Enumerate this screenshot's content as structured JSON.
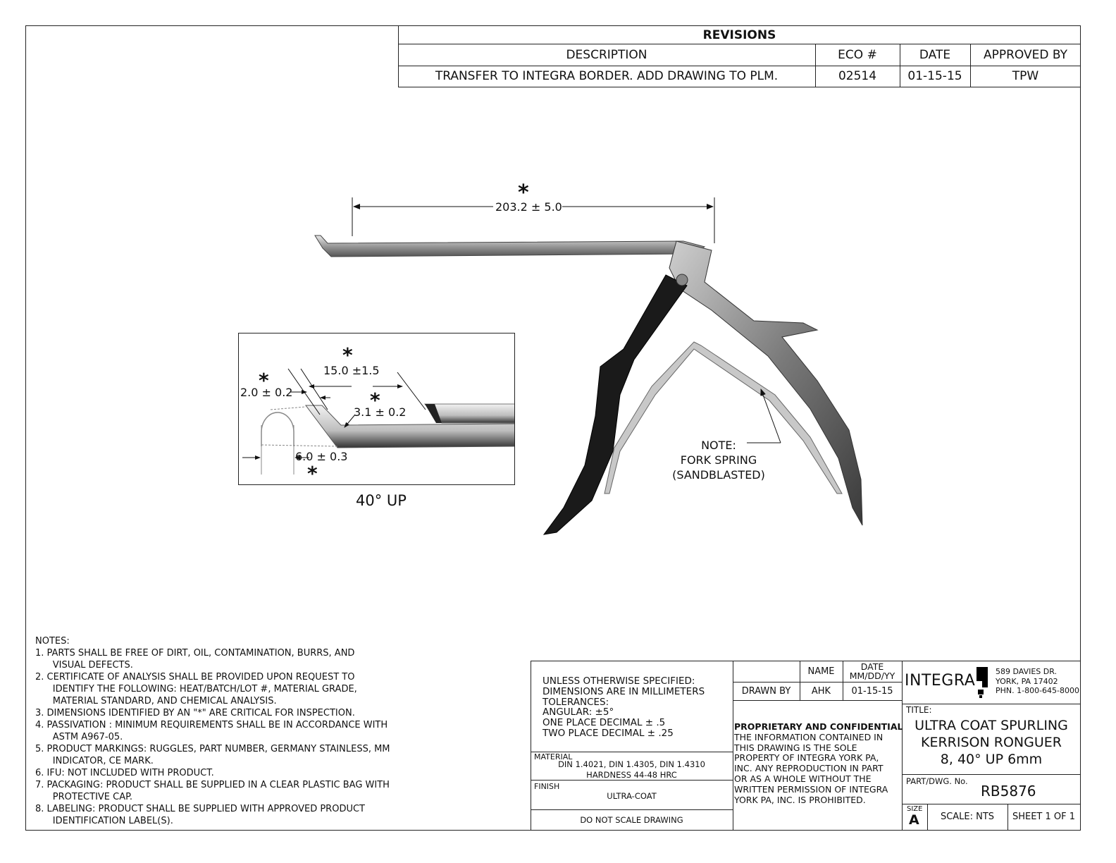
{
  "revisions": {
    "title": "REVISIONS",
    "headers": [
      "DESCRIPTION",
      "ECO #",
      "DATE",
      "APPROVED BY"
    ],
    "rows": [
      [
        "TRANSFER TO INTEGRA BORDER. ADD DRAWING TO PLM.",
        "02514",
        "01-15-15",
        "TPW"
      ]
    ]
  },
  "drawing": {
    "overall_dim": "203.2 ± 5.0",
    "critical_mark": "*",
    "detail": {
      "dims": [
        "15.0 ±1.5",
        "2.0 ± 0.2",
        "3.1 ± 0.2",
        "6.0 ± 0.3"
      ],
      "label": "40° UP"
    },
    "note": [
      "NOTE:",
      "FORK SPRING",
      "(SANDBLASTED)"
    ]
  },
  "notes": {
    "title": "NOTES:",
    "lines": [
      "1.  PARTS SHALL BE FREE OF DIRT, OIL, CONTAMINATION, BURRS, AND",
      "      VISUAL DEFECTS.",
      "2.  CERTIFICATE OF ANALYSIS SHALL BE PROVIDED UPON REQUEST TO",
      "      IDENTIFY THE FOLLOWING: HEAT/BATCH/LOT #, MATERIAL GRADE,",
      "      MATERIAL STANDARD, AND CHEMICAL ANALYSIS.",
      "3.  DIMENSIONS IDENTIFIED BY AN \"*\" ARE CRITICAL FOR INSPECTION.",
      "4.  PASSIVATION : MINIMUM REQUIREMENTS SHALL BE IN ACCORDANCE WITH",
      "      ASTM A967-05.",
      "5.  PRODUCT MARKINGS: RUGGLES, PART NUMBER, GERMANY STAINLESS, MM",
      "      INDICATOR, CE MARK.",
      "6.  IFU: NOT INCLUDED WITH PRODUCT.",
      "7.  PACKAGING: PRODUCT  SHALL BE SUPPLIED IN A CLEAR PLASTIC BAG WITH",
      "      PROTECTIVE CAP.",
      "8.  LABELING: PRODUCT SHALL BE SUPPLIED WITH APPROVED PRODUCT",
      "      IDENTIFICATION LABEL(S)."
    ]
  },
  "title_block": {
    "tolerances": [
      "UNLESS OTHERWISE SPECIFIED:",
      "DIMENSIONS ARE IN MILLIMETERS",
      "TOLERANCES:",
      "ANGULAR: ±5°",
      "ONE PLACE DECIMAL ± .5",
      "TWO PLACE DECIMAL ± .25"
    ],
    "material_label": "MATERIAL",
    "material": [
      "DIN 1.4021, DIN 1.4305, DIN 1.4310",
      "HARDNESS 44-48 HRC"
    ],
    "finish_label": "FINISH",
    "finish": "ULTRA-COAT",
    "do_not_scale": "DO NOT SCALE DRAWING",
    "name_header": "NAME",
    "date_header": [
      "DATE",
      "MM/DD/YY"
    ],
    "drawn_by_label": "DRAWN BY",
    "drawn_by": "AHK",
    "drawn_date": "01-15-15",
    "confidential_title": "PROPRIETARY AND CONFIDENTIAL",
    "confidential_lines": [
      "THE INFORMATION CONTAINED IN",
      "THIS DRAWING IS THE SOLE",
      "PROPERTY OF INTEGRA YORK PA,",
      "INC.  ANY REPRODUCTION IN PART",
      "OR AS A WHOLE WITHOUT THE",
      "WRITTEN PERMISSION OF INTEGRA",
      "YORK PA, INC. IS PROHIBITED."
    ],
    "company": "INTEGRA",
    "address": [
      "589 DAVIES DR.",
      "YORK, PA 17402",
      "PHN. 1-800-645-8000"
    ],
    "title_label": "TITLE:",
    "title": [
      "ULTRA COAT SPURLING",
      "KERRISON RONGUER",
      "8, 40° UP 6mm"
    ],
    "part_label": "PART/DWG. No.",
    "part_no": "RB5876",
    "size_label": "SIZE",
    "size": "A",
    "scale": "SCALE: NTS",
    "sheet": "SHEET 1 OF 1"
  }
}
